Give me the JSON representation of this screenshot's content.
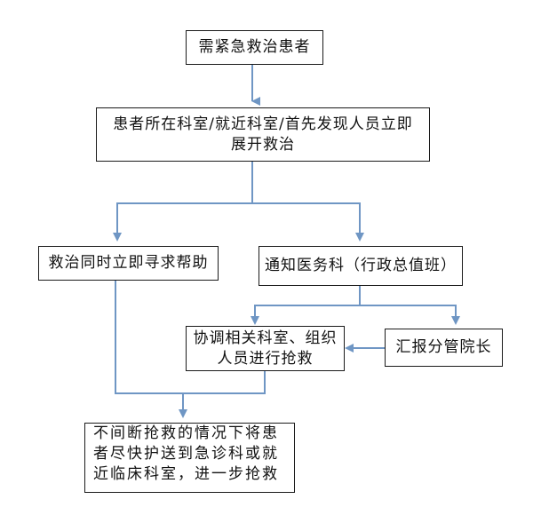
{
  "nodes": {
    "start": "需紧急救治患者",
    "rescue_start_line1": "患者所在科室/就近科室/首先发现人员立即",
    "rescue_start_line2": "展开救治",
    "seek_help": "救治同时立即寻求帮助",
    "notify": "通知医务科（行政总值班）",
    "coordinate_line1": "协调相关科室、组织",
    "coordinate_line2": "人员进行抢救",
    "report": "汇报分管院长",
    "transfer_line1": "不间断抢救的情况下将患",
    "transfer_line2": "者尽快护送到急诊科或就",
    "transfer_line3": "近临床科室，进一步抢救"
  },
  "colors": {
    "arrow": "#6f96c4",
    "border": "#1a1a1a"
  }
}
